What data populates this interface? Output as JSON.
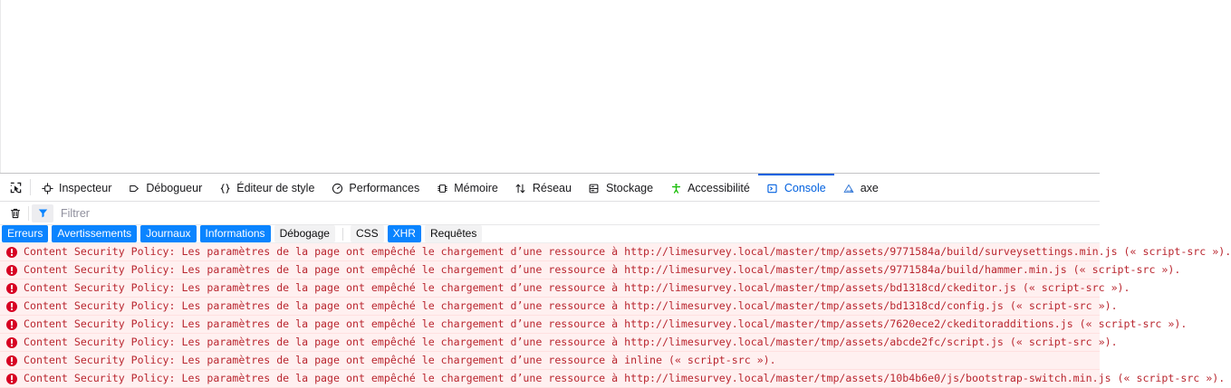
{
  "window": {
    "page_content_placeholder": ""
  },
  "toolbox": {
    "picker_icon": "element-picker-icon",
    "tabs": [
      {
        "id": "inspector",
        "label": "Inspecteur",
        "icon": "inspector-icon",
        "selected": false
      },
      {
        "id": "debugger",
        "label": "Débogueur",
        "icon": "debugger-icon",
        "selected": false
      },
      {
        "id": "style-editor",
        "label": "Éditeur de style",
        "icon": "style-editor-icon",
        "selected": false
      },
      {
        "id": "performance",
        "label": "Performances",
        "icon": "performance-icon",
        "selected": false
      },
      {
        "id": "memory",
        "label": "Mémoire",
        "icon": "memory-icon",
        "selected": false
      },
      {
        "id": "network",
        "label": "Réseau",
        "icon": "network-icon",
        "selected": false
      },
      {
        "id": "storage",
        "label": "Stockage",
        "icon": "storage-icon",
        "selected": false
      },
      {
        "id": "accessibility",
        "label": "Accessibilité",
        "icon": "accessibility-icon",
        "selected": false
      },
      {
        "id": "console",
        "label": "Console",
        "icon": "console-icon",
        "selected": true
      },
      {
        "id": "axe",
        "label": "axe",
        "icon": "axe-icon",
        "selected": false
      }
    ]
  },
  "console_toolbar": {
    "clear_icon": "trash-icon",
    "filter_icon": "funnel-icon",
    "filter_placeholder": "Filtrer",
    "filter_value": ""
  },
  "filter_bar": {
    "pills": [
      {
        "id": "errors",
        "label": "Erreurs",
        "active": true
      },
      {
        "id": "warnings",
        "label": "Avertissements",
        "active": true
      },
      {
        "id": "logs",
        "label": "Journaux",
        "active": true
      },
      {
        "id": "info",
        "label": "Informations",
        "active": true
      },
      {
        "id": "debug",
        "label": "Débogage",
        "active": false
      }
    ],
    "pills_right": [
      {
        "id": "css",
        "label": "CSS",
        "active": false
      },
      {
        "id": "xhr",
        "label": "XHR",
        "active": true
      },
      {
        "id": "requests",
        "label": "Requêtes",
        "active": false
      }
    ]
  },
  "colors": {
    "accent": "#0a84ff",
    "tab_selected": "#0060df",
    "error_icon": "#d70022",
    "error_text": "#b9262f",
    "error_row_bg": "#fff0f0"
  },
  "console_messages": [
    {
      "level": "error",
      "icon": "error-icon",
      "text": "Content Security Policy: Les paramètres de la page ont empêché le chargement d’une ressource à http://limesurvey.local/master/tmp/assets/9771584a/build/surveysettings.min.js (« script-src »)."
    },
    {
      "level": "error",
      "icon": "error-icon",
      "text": "Content Security Policy: Les paramètres de la page ont empêché le chargement d’une ressource à http://limesurvey.local/master/tmp/assets/9771584a/build/hammer.min.js (« script-src »)."
    },
    {
      "level": "error",
      "icon": "error-icon",
      "text": "Content Security Policy: Les paramètres de la page ont empêché le chargement d’une ressource à http://limesurvey.local/master/tmp/assets/bd1318cd/ckeditor.js (« script-src »)."
    },
    {
      "level": "error",
      "icon": "error-icon",
      "text": "Content Security Policy: Les paramètres de la page ont empêché le chargement d’une ressource à http://limesurvey.local/master/tmp/assets/bd1318cd/config.js (« script-src »)."
    },
    {
      "level": "error",
      "icon": "error-icon",
      "text": "Content Security Policy: Les paramètres de la page ont empêché le chargement d’une ressource à http://limesurvey.local/master/tmp/assets/7620ece2/ckeditoradditions.js (« script-src »)."
    },
    {
      "level": "error",
      "icon": "error-icon",
      "text": "Content Security Policy: Les paramètres de la page ont empêché le chargement d’une ressource à http://limesurvey.local/master/tmp/assets/abcde2fc/script.js (« script-src »)."
    },
    {
      "level": "error",
      "icon": "error-icon",
      "text": "Content Security Policy: Les paramètres de la page ont empêché le chargement d’une ressource à inline (« script-src »)."
    },
    {
      "level": "error",
      "icon": "error-icon",
      "text": "Content Security Policy: Les paramètres de la page ont empêché le chargement d’une ressource à http://limesurvey.local/master/tmp/assets/10b4b6e0/js/bootstrap-switch.min.js (« script-src »)."
    }
  ]
}
